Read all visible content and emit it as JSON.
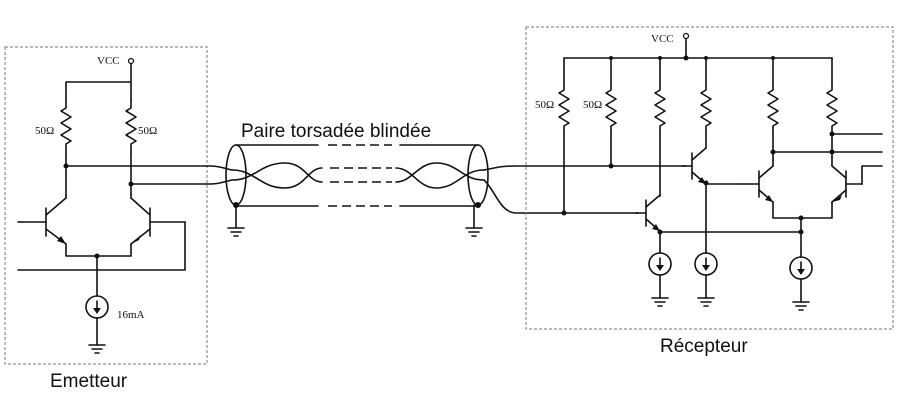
{
  "labels": {
    "cable": "Paire torsadée blindée",
    "emitter": "Emetteur",
    "receiver": "Récepteur",
    "vcc_left": "VCC",
    "vcc_right": "VCC",
    "r_left_1": "50Ω",
    "r_left_2": "50Ω",
    "r_right_1": "50Ω",
    "r_right_2": "50Ω",
    "current": "16mA"
  }
}
